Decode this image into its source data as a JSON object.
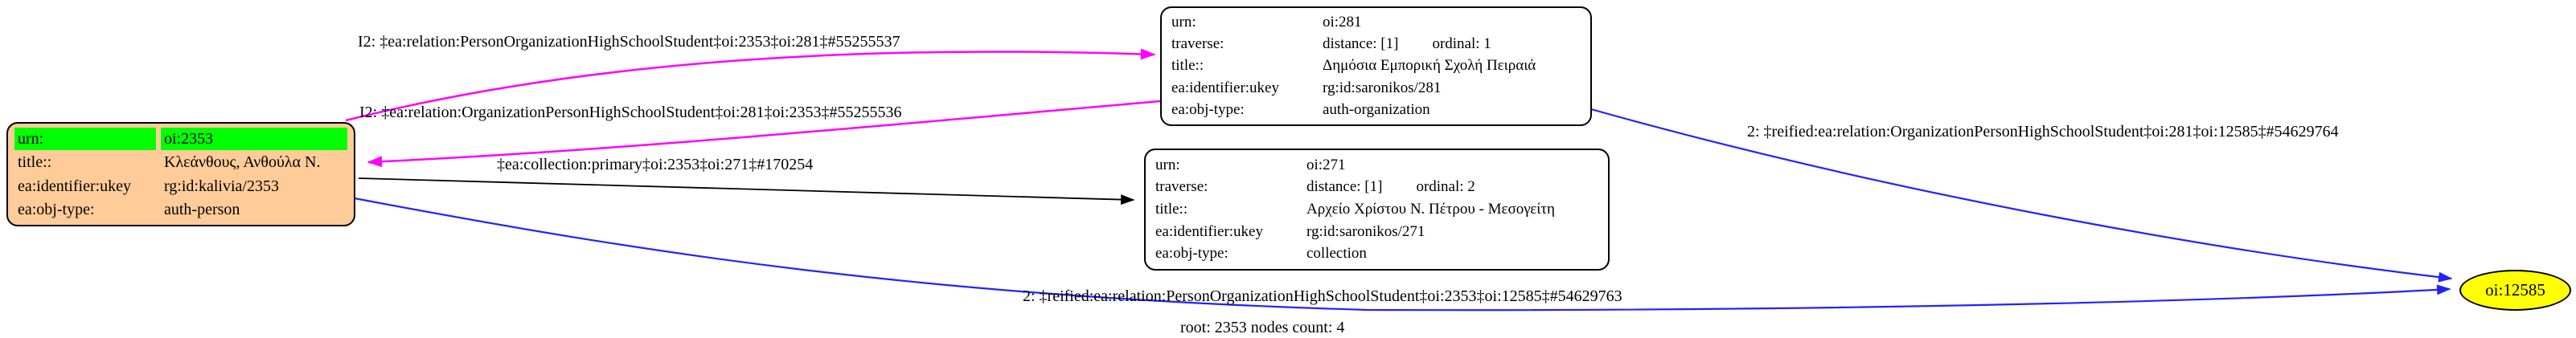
{
  "colors": {
    "person_fill": "#ffcc99",
    "header_green": "#00ff00",
    "box_fill": "#ffffff",
    "node_border": "#000000",
    "relation_magenta": "#ff00ff",
    "collection_black": "#000000",
    "reified_blue": "#2222ff",
    "reified_node_yellow": "#ffff00"
  },
  "root_label": "root: 2353 nodes count: 4",
  "nodes": {
    "person": {
      "urn_key": "urn:",
      "urn_value": "oi:2353",
      "title_key": "title::",
      "title_value": "Κλεάνθους, Ανθούλα Ν.",
      "ukey_key": "ea:identifier:ukey",
      "ukey_value": "rg:id:kalivia/2353",
      "objtype_key": "ea:obj-type:",
      "objtype_value": "auth-person"
    },
    "organization": {
      "urn_key": "urn:",
      "urn_value": "oi:281",
      "traverse_key": "traverse:",
      "traverse_distance": "distance: [1]",
      "traverse_ordinal": "ordinal: 1",
      "title_key": "title::",
      "title_value": "Δημόσια Εμπορική Σχολή Πειραιά",
      "ukey_key": "ea:identifier:ukey",
      "ukey_value": "rg:id:saronikos/281",
      "objtype_key": "ea:obj-type:",
      "objtype_value": "auth-organization"
    },
    "collection": {
      "urn_key": "urn:",
      "urn_value": "oi:271",
      "traverse_key": "traverse:",
      "traverse_distance": "distance: [1]",
      "traverse_ordinal": "ordinal: 2",
      "title_key": "title::",
      "title_value": "Αρχείο Χρίστου Ν. Πέτρου - Μεσογείτη",
      "ukey_key": "ea:identifier:ukey",
      "ukey_value": "rg:id:saronikos/271",
      "objtype_key": "ea:obj-type:",
      "objtype_value": "collection"
    },
    "reified": {
      "label": "oi:12585"
    }
  },
  "edges": {
    "person_to_org": {
      "label": "I2: ‡ea:relation:PersonOrganizationHighSchoolStudent‡oi:2353‡oi:281‡#55255537",
      "color": "#ff00ff"
    },
    "org_to_person": {
      "label": "I2: ‡ea:relation:OrganizationPersonHighSchoolStudent‡oi:281‡oi:2353‡#55255536",
      "color": "#ff00ff"
    },
    "collection_primary": {
      "label": "‡ea:collection:primary‡oi:2353‡oi:271‡#170254",
      "color": "#000000"
    },
    "reified_org": {
      "label": "2: ‡reified:ea:relation:OrganizationPersonHighSchoolStudent‡oi:281‡oi:12585‡#54629764",
      "color": "#2222ff"
    },
    "reified_person": {
      "label": "2: ‡reified:ea:relation:PersonOrganizationHighSchoolStudent‡oi:2353‡oi:12585‡#54629763",
      "color": "#2222ff"
    }
  }
}
